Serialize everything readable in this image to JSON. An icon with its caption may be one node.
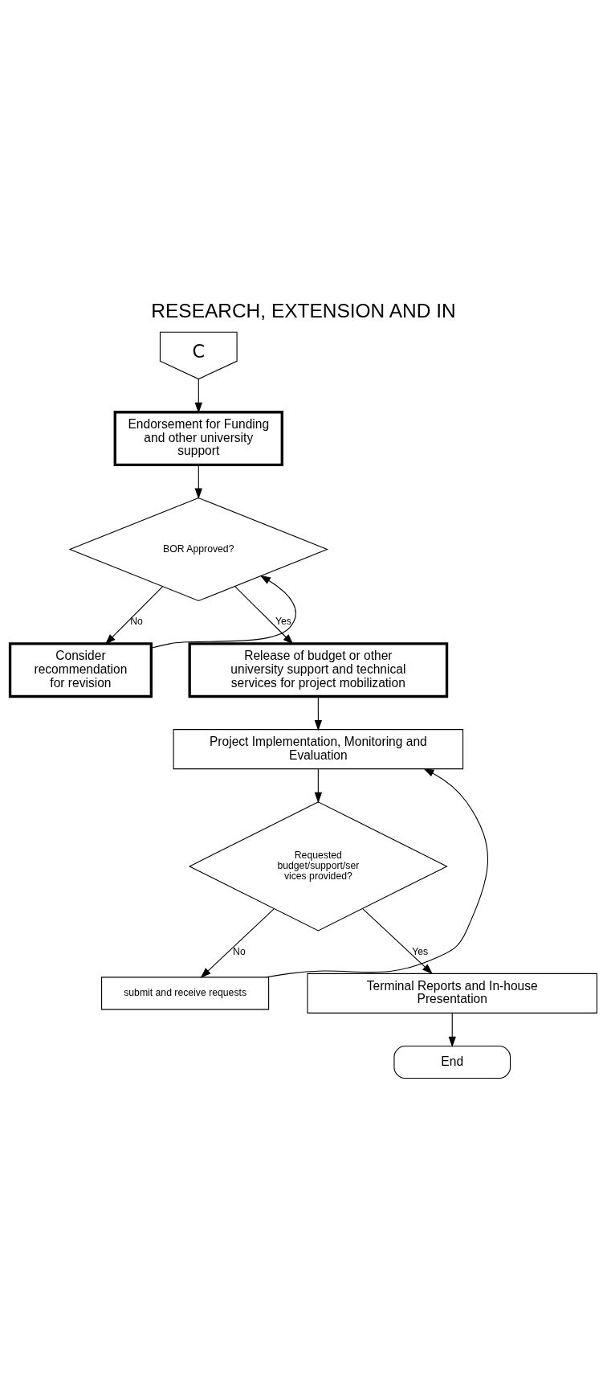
{
  "diagram": {
    "title": "RESEARCH, EXTENSION AND IN",
    "nodes": [
      {
        "text": [
          "C"
        ]
      },
      {
        "text": [
          "Endorsement for Funding and other university support"
        ]
      },
      {
        "text": [
          "BOR Approved?"
        ]
      },
      {
        "text": [
          "Consider recommendation for revision"
        ]
      },
      {
        "text": [
          "Release of budget or other university support and technical services for project mobilization"
        ]
      },
      {
        "text": [
          "Project Implementation, Monitoring and Evaluation"
        ]
      },
      {
        "text": [
          "Requested budget/support/ser vices provided?"
        ]
      },
      {
        "text": [
          "submit and receive requests"
        ]
      },
      {
        "text": [
          "Terminal Reports and In-house Presentation"
        ]
      },
      {
        "text": [
          "End"
        ]
      }
    ],
    "edges": [
      {
        "from": 0,
        "to": 1,
        "arrow": "to"
      },
      {
        "from": 1,
        "to": 2,
        "arrow": "to"
      },
      {
        "from": 2,
        "to": 3,
        "arrow": "to",
        "label": "No"
      },
      {
        "from": 3,
        "to": 2,
        "arrow": "to"
      },
      {
        "from": 2,
        "to": 4,
        "arrow": "to",
        "label": "Yes"
      },
      {
        "from": 4,
        "to": 5,
        "arrow": "to"
      },
      {
        "from": 5,
        "to": 6,
        "arrow": "to"
      },
      {
        "from": 6,
        "to": 7,
        "arrow": "to",
        "label": "No"
      },
      {
        "from": 7,
        "to": 5,
        "arrow": "to"
      },
      {
        "from": 6,
        "to": 8,
        "arrow": "to",
        "label": "Yes"
      },
      {
        "from": 8,
        "to": 9,
        "arrow": "to"
      }
    ]
  }
}
